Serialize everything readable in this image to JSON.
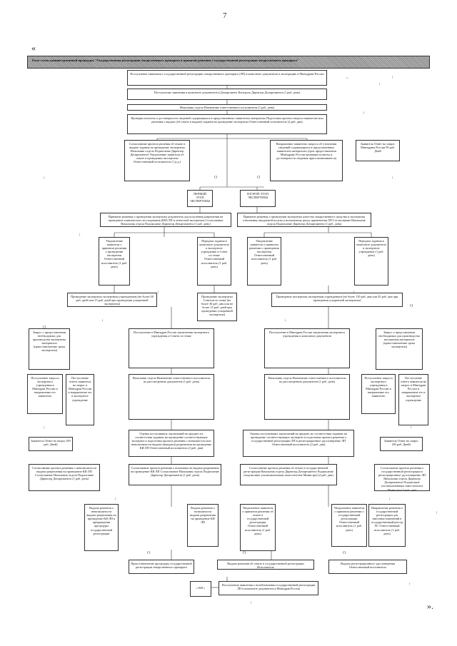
{
  "page_number": "7",
  "quote_open": "«",
  "quote_close": "».",
  "header_band": "Блок-схема административной процедуры \"Государственная регистрация лекарственного препарата и принятие решения о государственной регистрации лекарственного препарата\"",
  "boxes": {
    "receipt": "Поступление заявления о государственной регистрации лекарственного препарата (ЛП) в комплекте документов в экспедицию в Минздраве России",
    "dept_receipt": "Поступление заявления в комплекте документов в Департамент Контроль Директор Департамента (1 раб. день)",
    "head_assign": "Начальник отдела Назначение ответственного исполнителя (1 раб. день)",
    "check": "Проверка полноты и достоверности сведений содержащихся в представленных заявителем материалах Подготовка проекта запроса заявителю или решения о выдаче (об отказе в выдаче) задания на проведение экспертизы Ответственный исполнитель (2 раб. дня)",
    "refusal_left": "Согласование проекта решения об отказе в выдаче задания на проведение экспертизы Начальник отдела Подписание Директор Департамента Уведомление заявителя об отказе в проведении экспертизы Ответственный исполнитель (1 р.д.)",
    "request_center": "Направление заявителю запроса об уточнении сведений содержащихся в представленных заявителем материалах (срок предоставления Минздраву России проверки полноты и достоверности сведения приостанавливается)",
    "applicant_answer_top": "Заявитель Ответ на запрос Минздрава России 90 раб. Дней",
    "stage1": "ПЕРВЫЙ ЭТАП ЭКСПЕРТИЗЫ",
    "stage2": "ВТОРОЙ ЭТАП ЭКСПЕРТИЗЫ",
    "decision_left": "Принятие решения о проведении экспертизы документов для получения разрешения на проведение клинического исследования (КИ) ЛП и этической экспертизы Согласование Начальник отдела Подписание Директор Департамента (1 раб. день)",
    "decision_right": "Принятие решения о проведении экспертизы качества лекарственного средства и экспертизы отношения ожидаемой пользы к возможному риску применения ЛП Согласование Начальник отдела Подписание Директор Департамента (1 раб. день)",
    "notify1": "Уведомление заявителя о принятом решении о проведении экспертизы Ответственный исполнитель (1 раб. день)",
    "transfer1": "Передача задания в комплекте документов в экспертное учреждение и Совет по этике Ответственный исполнитель (1 раб. день)",
    "notify2": "Уведомление заявителя о принятом решении о проведении экспертизы Ответственный исполнитель (1 раб. день)",
    "transfer2": "Передача задания в комплекте документов в экспертное учреждение (1 раб. день)",
    "expertise_left": "Проведение экспертизы экспертным учреждением (не более 30 раб. дней или 15 раб. дней при проведении ускоренной экспертизы)",
    "ethics": "Проведение экспертизы Советом по этике (не более 30 раб. дня или не более 15 раб. дней при проведении ускоренной экспертизы)",
    "expertise_right": "Проведение экспертизы экспертным учреждением (не более 110 раб. дня или 45 раб. дня при проведении ускоренной экспертизы)",
    "req_mat_left": "Запрос о предоставлении необходимых для производства экспертизы материалов (приостановление срока экспертизы)",
    "receipt_conclusion_left": "Поступление в Минздрав России заключения экспертного учреждения и Совета по этике",
    "receipt_conclusion_right": "Поступление в Минздрав России заключения экспертного учреждения и комплекта документов",
    "req_mat_right": "Запрос о представлении необходимых для производства экспертизы материалов (приостановление срока экспертизы)",
    "req_sent_left": "Поступление запроса экспертного учреждения в Минздрав России и направление его заявителю",
    "answer_recv_left": "Поступление ответа заявителя на запрос в Минздрав России и направление его в экспертное учреждение",
    "head_assign_left": "Начальник отдела Назначение ответственного исполнителя по рассмотрению документов (1 раб. день)",
    "head_assign_right": "Начальник отдела Назначение ответственного исполнителя по рассмотрению документов (1 раб. день)",
    "req_sent_right": "Поступление запроса экспертного учреждения в Минздрав России и направление его заявителю",
    "answer_recv_right": "Поступление ответа заявителя на запрос в Минздрав России и направление его в экспертное учреждение",
    "applicant_answer_left": "Заявитель Ответ на запрос (90 раб. Дней)",
    "eval_left": "Оценка поступивших заключений на предмет их соответствия заданию на проведение соответствующих экспертиз и подготовка проекта решения о возможности или невозможности выдачи (ивыдачи) разрешения на проведение КИ ЛП Ответственный исполнитель (2 раб. дня)",
    "eval_right": "Оценка поступивших заключений на предмет их соответствия заданию на проведение соответствующих экспертиз и подготовка проекта решения о государственной регистрации ЛП в регистрационное удостоверение ЛП Ответственный исполнитель (2 раб. дня)",
    "applicant_answer_right": "Заявитель Ответ на запрос (90 раб. Дней)",
    "refusal_permit": "Согласование проекта решения о невозможности выдачи разрешения на проведение КИ ЛП Согласование Начальник отдела Подписание Директор Департамента (1 раб. день)",
    "approve_permit": "Согласование проекта решения о возможности выдачи разрешения на проведение КИ ЛП Согласование Начальник отдела Подписание Директор Департамента (1 раб. день)",
    "approve_reg": "Согласование проекта решения об отказе в государственной регистрации Начальник отдела Директор Департамента Подписание (подписание уполномоченным заместителем Министра) (2 раб. дня)",
    "refusal_reg": "Согласование проекта решения о государственной регистрации в регистрационное удостоверение ЛП Начальник отдела Директор Департамента Подписание уполномоченным заместителем Министра (2 раб. дня)",
    "issue_refusal": "Выдача решения о невозможности выдачи разрешения на проведение КИ ЛП в прекращении процедуры государственной регистрации",
    "issue_permit": "Выдача решения о возможности выдачи разрешения на проведение КИ ЛП",
    "notify_refusal": "Уведомление заявителя о принятом решении об отказе в государственной регистрации Ответственный исполнитель (1 раб. день)",
    "notify_reg": "Уведомление заявителя о принятом решении о государственной регистрации Ответственный исполнитель (1 раб. день)",
    "register_entry": "Направление решения о государственной регистрации для внесения изменений в государственный реестр ЛС Ответственный исполнитель (1 раб. день)",
    "suspend": "Приостановление процедуры государственной регистрации лекарственного препарата",
    "issue_refusal_reg": "Выдача решения об отказе в государственной регистрации Исполнитель",
    "issue_certificate": "Выдача регистрационного удостоверения Ответственный исполнитель",
    "ki_box": "« КИ »",
    "final_receipt": "Поступление заявления о возобновлении государственной регистрации ЛП в комплекте документов в Минздрав России"
  }
}
